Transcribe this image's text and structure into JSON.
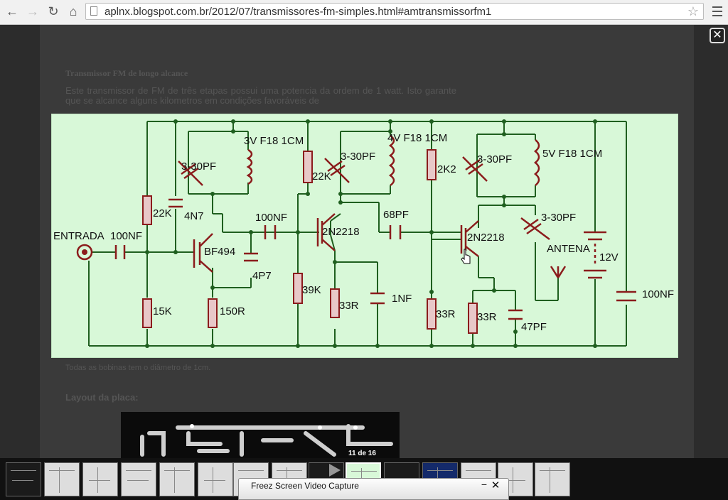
{
  "browser": {
    "url": "aplnx.blogspot.com.br/2012/07/transmissores-fm-simples.html#amtransmissorfm1"
  },
  "article": {
    "title": "Transmissor FM de longo alcance",
    "paragraph": "Este transmissor de FM de três etapas possui uma potencia da ordem de 1 watt. Isto garante que se alcance alguns kilometros em condições favoráveis de",
    "caption": "Todas as bobinas tem o diâmetro de 1cm.",
    "layout_heading": "Layout da placa:"
  },
  "schematic": {
    "labels": {
      "entrada": "ENTRADA",
      "c_in": "100NF",
      "r1": "22K",
      "r2": "15K",
      "c1": "4N7",
      "q1": "BF494",
      "tc1": "3-30PF",
      "l1": "3V F18 1CM",
      "c2": "4P7",
      "r3": "150R",
      "c3": "100NF",
      "r4": "22K",
      "r5": "39K",
      "tc2": "3-30PF",
      "l2": "4V F18 1CM",
      "q2": "2N2218",
      "r6": "33R",
      "c4": "1NF",
      "c5": "68PF",
      "r7": "2K2",
      "r8": "33R",
      "tc3": "3-30PF",
      "l3": "5V F18 1CM",
      "q3": "2N2218",
      "r9": "33R",
      "c6": "47PF",
      "tc4": "3-30PF",
      "antena": "ANTENA",
      "v": "12V",
      "c7": "100NF"
    },
    "colors": {
      "background": "#d8f8d8",
      "wire": "#1f5f1f",
      "component": "#8b1c1c",
      "resistor_fill": "#e8c8c8"
    }
  },
  "gallery": {
    "counter": "11 de 16"
  },
  "capture_window": {
    "title": "Freez Screen Video Capture",
    "minimize": "−",
    "close": "✕"
  },
  "icons": {
    "back": "←",
    "forward": "→",
    "reload": "↻",
    "home": "⌂",
    "star": "☆",
    "close": "✕"
  }
}
